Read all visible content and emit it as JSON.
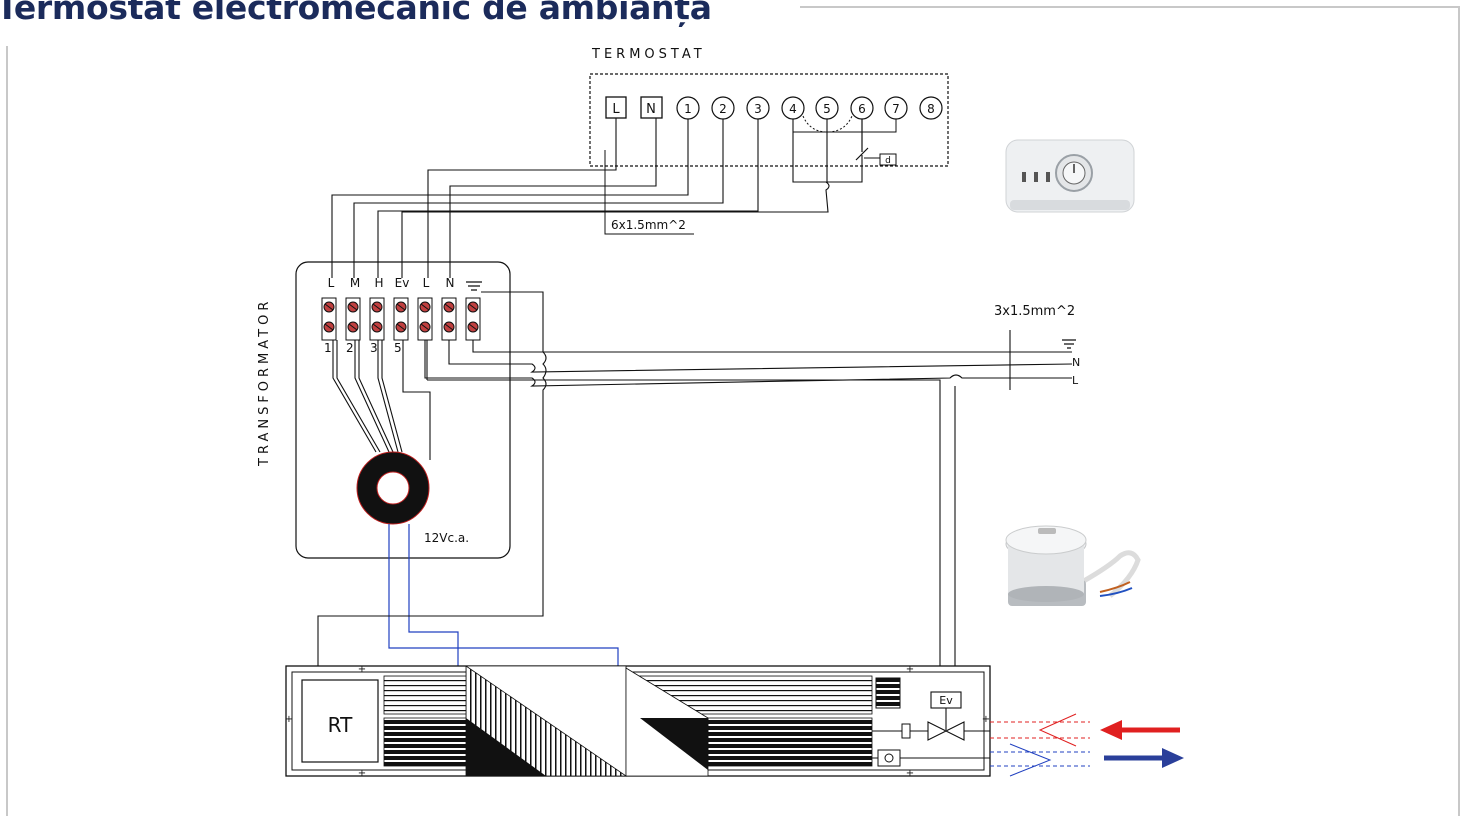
{
  "title": "Termostat electromecanic de ambianța",
  "thermostat": {
    "label": "TERMOSTAT",
    "terminals": [
      "L",
      "N",
      "1",
      "2",
      "3",
      "4",
      "5",
      "6",
      "7",
      "8"
    ],
    "cable": "6x1.5mm^2"
  },
  "transformer": {
    "label": "TRANSFORMATOR",
    "terminals": [
      "L",
      "M",
      "H",
      "Ev",
      "L",
      "N"
    ],
    "numbers": [
      "1",
      "2",
      "3",
      "5"
    ],
    "voltage": "12Vc.a."
  },
  "supply": {
    "cable": "3x1.5mm^2",
    "n_label": "N",
    "l_label": "L"
  },
  "fan_coil": {
    "rt_label": "RT",
    "valve_label": "Ev"
  },
  "colors": {
    "title": "#1b2b5b",
    "hot_arrow": "#e02020",
    "cold_arrow": "#2a3f9a",
    "wire_blue": "#2040c0"
  }
}
